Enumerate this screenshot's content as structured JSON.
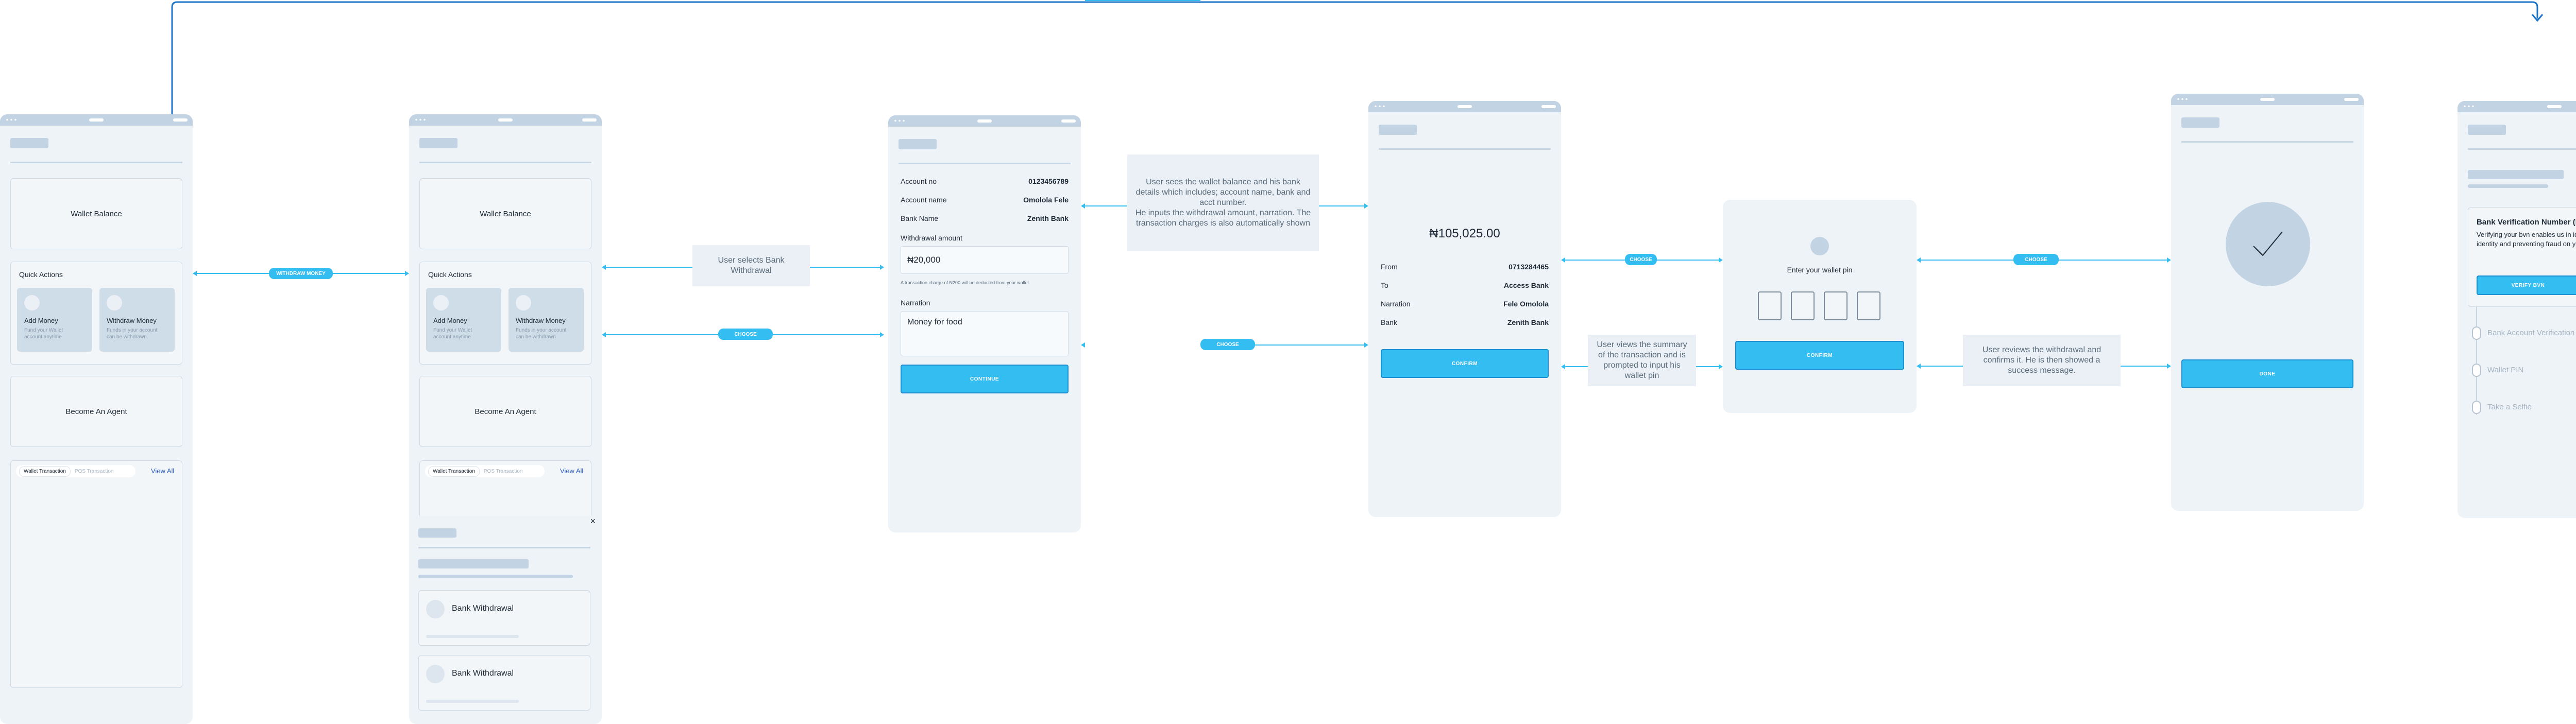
{
  "screen1": {
    "wallet_balance": "Wallet Balance",
    "quick_actions": "Quick Actions",
    "add_money_title": "Add Money",
    "add_money_desc": "Fund your Wallet account anytime",
    "withdraw_title": "Withdraw Money",
    "withdraw_desc": "Funds in your account can be withdrawn",
    "become_agent": "Become An Agent",
    "tab_wallet": "Wallet Transaction",
    "tab_pos": "POS Transaction",
    "view_all": "View All"
  },
  "screen2": {
    "wallet_balance": "Wallet Balance",
    "quick_actions": "Quick Actions",
    "add_money_title": "Add Money",
    "add_money_desc": "Fund your Wallet account anytime",
    "withdraw_title": "Withdraw Money",
    "withdraw_desc": "Funds in your account can be withdrawn",
    "become_agent": "Become An Agent",
    "tab_wallet": "Wallet Transaction",
    "tab_pos": "POS Transaction",
    "view_all": "View All",
    "close_symbol": "×",
    "tx1": "Bank Withdrawal",
    "tx2": "Bank Withdrawal"
  },
  "screen3": {
    "account_no_label": "Account no",
    "account_no_value": "0123456789",
    "account_name_label": "Account name",
    "account_name_value": "Omolola Fele",
    "bank_name_label": "Bank Name",
    "bank_name_value": "Zenith Bank",
    "withdrawal_amount_label": "Withdrawal amount",
    "amount_value": "₦20,000",
    "charge_note": "A transaction charge of ₦200 will be deducted from your wallet",
    "narration_label": "Narration",
    "narration_value": "Money for food",
    "continue_button": "CONTINUE"
  },
  "screen4": {
    "amount": "₦105,025.00",
    "from_label": "From",
    "from_value": "0713284465",
    "to_label": "To",
    "to_value": "Access Bank",
    "narration_label": "Narration",
    "narration_value": "Fele Omolola",
    "bank_label": "Bank",
    "bank_value": "Zenith Bank",
    "confirm_button": "CONFIRM"
  },
  "pin_modal": {
    "title": "Enter your wallet pin",
    "confirm_button": "CONFIRM"
  },
  "screen6": {
    "done_button": "DONE"
  },
  "screen7": {
    "bvn_title": "Bank Verification Number (BVN)",
    "bvn_desc": "Verifying your bvn enables us in identifying your identity and preventing fraud on your account.",
    "verify_button": "VERIFY BVN",
    "step1": "Bank Account Verification",
    "step2": "Wallet PIN",
    "step3": "Take a Selfie"
  },
  "flow": {
    "withdraw_money_pill": "WITHDRAW MONEY",
    "choose_pill_1": "CHOOSE",
    "choose_pill_2": "CHOOSE",
    "choose_pill_3": "CHOOSE",
    "choose_pill_4": "CHOOSE",
    "note_select_bank": "User selects Bank Withdrawal",
    "note_wallet_details": "User sees the wallet balance and his bank details which includes; account name, bank and acct number.\nHe inputs the withdrawal amount, narration. The transaction charges is also automatically shown",
    "note_summary": "User views the summary of the transaction and is prompted to input his wallet pin",
    "note_review": "User reviews the withdrawal and confirms it. He is then showed a success message."
  },
  "colors": {
    "accent": "#34bdf1",
    "connector": "#1d75c9",
    "placeholder": "#c2d3e3",
    "panel": "#eef3f7"
  }
}
